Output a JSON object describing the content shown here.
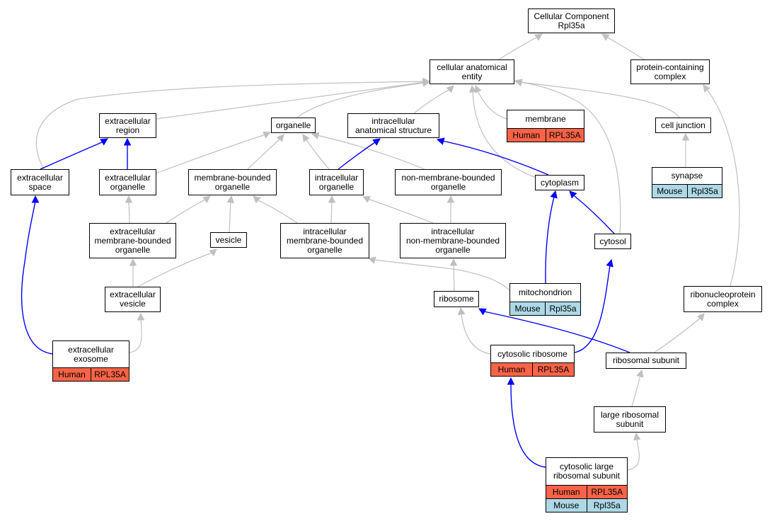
{
  "colors": {
    "gray_edge": "#c0c0c0",
    "blue_edge": "#0000ff",
    "human": "#fa6347",
    "mouse": "#add8e6"
  },
  "nodes": {
    "cellular_component": {
      "label": "Cellular Component\nRpl35a"
    },
    "cellular_anatomical_entity": {
      "label": "cellular anatomical\nentity"
    },
    "protein_containing_complex": {
      "label": "protein-containing\ncomplex"
    },
    "extracellular_region": {
      "label": "extracellular\nregion"
    },
    "organelle": {
      "label": "organelle"
    },
    "intracellular_anatomical_structure": {
      "label": "intracellular\nanatomical structure"
    },
    "membrane": {
      "label": "membrane",
      "rows": [
        {
          "species": "Human",
          "gene": "RPL35A"
        }
      ]
    },
    "cell_junction": {
      "label": "cell junction"
    },
    "extracellular_space": {
      "label": "extracellular\nspace"
    },
    "extracellular_organelle": {
      "label": "extracellular\norganelle"
    },
    "membrane_bounded_organelle": {
      "label": "membrane-bounded\norganelle"
    },
    "intracellular_organelle": {
      "label": "intracellular\norganelle"
    },
    "non_membrane_bounded_organelle": {
      "label": "non-membrane-bounded\norganelle"
    },
    "cytoplasm": {
      "label": "cytoplasm"
    },
    "synapse": {
      "label": "synapse",
      "rows": [
        {
          "species": "Mouse",
          "gene": "Rpl35a"
        }
      ]
    },
    "extracellular_membrane_bounded_organelle": {
      "label": "extracellular\nmembrane-bounded\norganelle"
    },
    "vesicle": {
      "label": "vesicle"
    },
    "intracellular_membrane_bounded_organelle": {
      "label": "intracellular\nmembrane-bounded\norganelle"
    },
    "intracellular_non_membrane_bounded_organelle": {
      "label": "intracellular\nnon-membrane-bounded\norganelle"
    },
    "cytosol": {
      "label": "cytosol"
    },
    "extracellular_vesicle": {
      "label": "extracellular\nvesicle"
    },
    "mitochondrion": {
      "label": "mitochondrion",
      "rows": [
        {
          "species": "Mouse",
          "gene": "Rpl35a"
        }
      ]
    },
    "ribosome": {
      "label": "ribosome"
    },
    "ribonucleoprotein_complex": {
      "label": "ribonucleoprotein\ncomplex"
    },
    "extracellular_exosome": {
      "label": "extracellular\nexosome",
      "rows": [
        {
          "species": "Human",
          "gene": "RPL35A"
        }
      ]
    },
    "cytosolic_ribosome": {
      "label": "cytosolic ribosome",
      "rows": [
        {
          "species": "Human",
          "gene": "RPL35A"
        }
      ]
    },
    "ribosomal_subunit": {
      "label": "ribosomal subunit"
    },
    "large_ribosomal_subunit": {
      "label": "large ribosomal\nsubunit"
    },
    "cytosolic_large_ribosomal_subunit": {
      "label": "cytosolic large\nribosomal subunit",
      "rows": [
        {
          "species": "Human",
          "gene": "RPL35A"
        },
        {
          "species": "Mouse",
          "gene": "Rpl35a"
        }
      ]
    }
  }
}
